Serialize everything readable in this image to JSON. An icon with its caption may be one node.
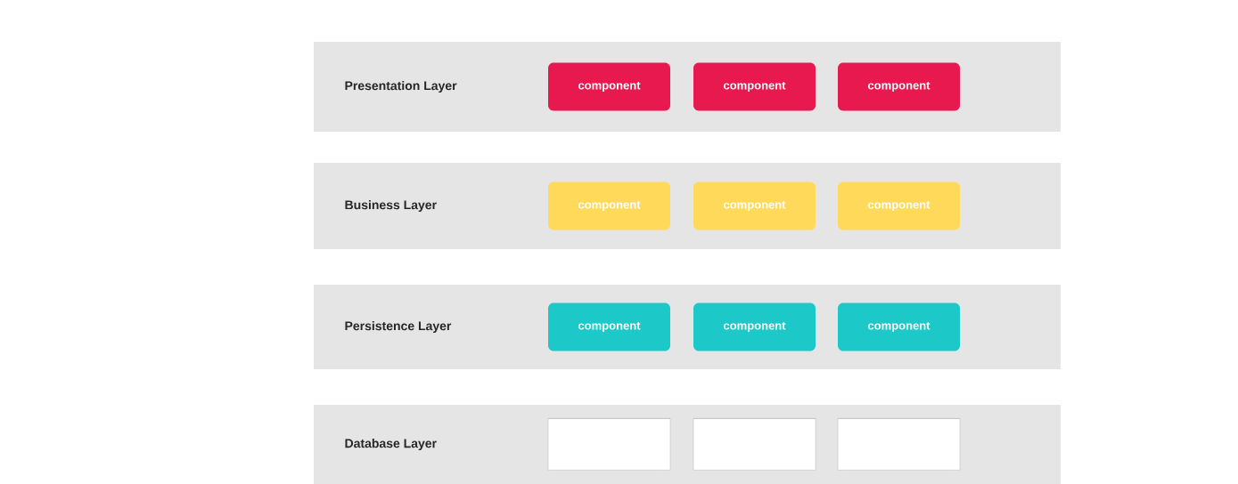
{
  "diagram": {
    "nodes": [
      {
        "text": [
          "Presentation Layer"
        ]
      },
      {
        "text": [
          "component"
        ],
        "in": 0
      },
      {
        "text": [
          "component"
        ],
        "in": 0
      },
      {
        "text": [
          "component"
        ],
        "in": 0
      },
      {
        "text": [
          "Business Layer"
        ]
      },
      {
        "text": [
          "component"
        ],
        "in": 4
      },
      {
        "text": [
          "component"
        ],
        "in": 4
      },
      {
        "text": [
          "component"
        ],
        "in": 4
      },
      {
        "text": [
          "Persistence Layer"
        ]
      },
      {
        "text": [
          "component"
        ],
        "in": 8
      },
      {
        "text": [
          "component"
        ],
        "in": 8
      },
      {
        "text": [
          "component"
        ],
        "in": 8
      },
      {
        "text": [
          "Database Layer"
        ]
      },
      {
        "text": [],
        "shape": "cylinder",
        "in": 12
      },
      {
        "text": [],
        "shape": "cylinder",
        "in": 12
      },
      {
        "text": [],
        "shape": "cylinder",
        "in": 12
      }
    ],
    "edges": []
  }
}
